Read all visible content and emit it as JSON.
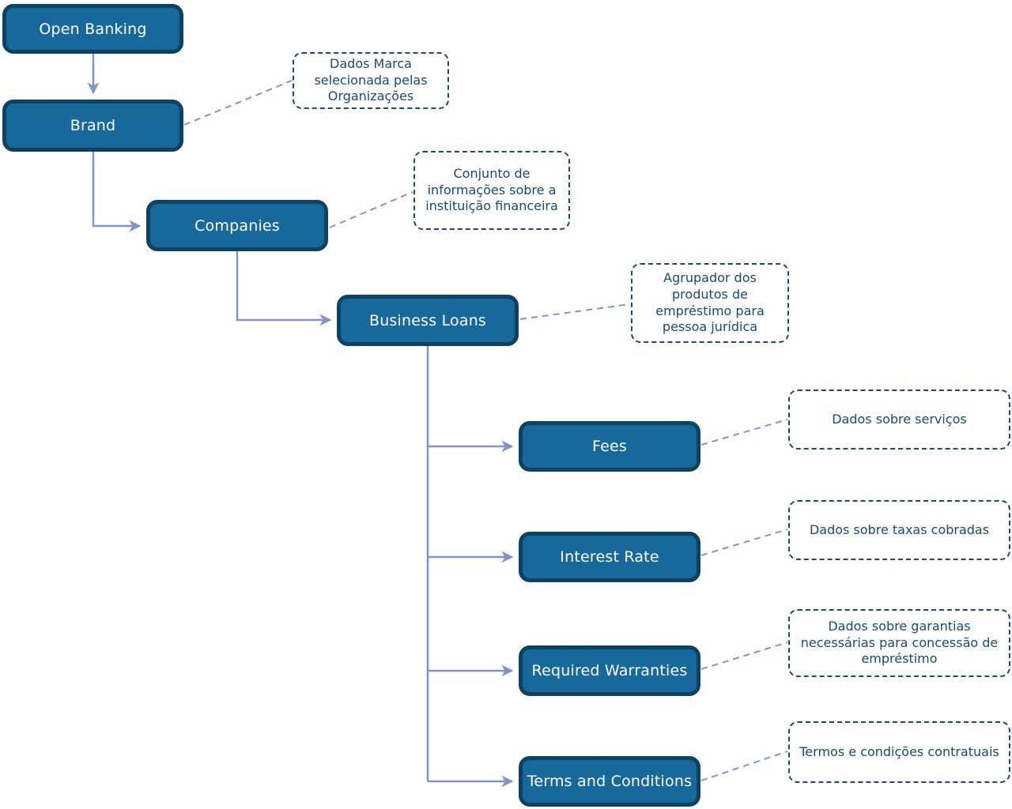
{
  "diagram": {
    "title_node": "Open Banking",
    "nodes": [
      {
        "id": "open-banking",
        "label": "Open Banking"
      },
      {
        "id": "brand",
        "label": "Brand"
      },
      {
        "id": "companies",
        "label": "Companies"
      },
      {
        "id": "business-loans",
        "label": "Business Loans"
      },
      {
        "id": "fees",
        "label": "Fees"
      },
      {
        "id": "interest-rate",
        "label": "Interest Rate"
      },
      {
        "id": "required-warranties",
        "label": "Required Warranties"
      },
      {
        "id": "terms-and-conditions",
        "label": "Terms and Conditions"
      }
    ],
    "notes": [
      {
        "for": "brand",
        "text": "Dados Marca selecionada pelas Organizações"
      },
      {
        "for": "companies",
        "text": "Conjunto de informações sobre a instituição financeira"
      },
      {
        "for": "business-loans",
        "text": "Agrupador dos produtos de empréstimo para pessoa jurídica"
      },
      {
        "for": "fees",
        "text": "Dados sobre serviços"
      },
      {
        "for": "interest-rate",
        "text": "Dados sobre taxas cobradas"
      },
      {
        "for": "required-warranties",
        "text": "Dados sobre garantias necessárias para concessão de empréstimo"
      },
      {
        "for": "terms-and-conditions",
        "text": "Termos e condições contratuais"
      }
    ],
    "edges": [
      {
        "from": "open-banking",
        "to": "brand",
        "style": "solid-arrow"
      },
      {
        "from": "brand",
        "to": "companies",
        "style": "solid-arrow"
      },
      {
        "from": "companies",
        "to": "business-loans",
        "style": "solid-arrow"
      },
      {
        "from": "business-loans",
        "to": "fees",
        "style": "solid-arrow"
      },
      {
        "from": "business-loans",
        "to": "interest-rate",
        "style": "solid-arrow"
      },
      {
        "from": "business-loans",
        "to": "required-warranties",
        "style": "solid-arrow"
      },
      {
        "from": "business-loans",
        "to": "terms-and-conditions",
        "style": "solid-arrow"
      }
    ]
  },
  "colors": {
    "node_fill": "#17699c",
    "node_border": "#0d4263",
    "node_text": "#ffffff",
    "note_border": "#174a6e",
    "note_text": "#174a6e",
    "connector": "#7d95c8",
    "page_bg": "#ffffff"
  }
}
